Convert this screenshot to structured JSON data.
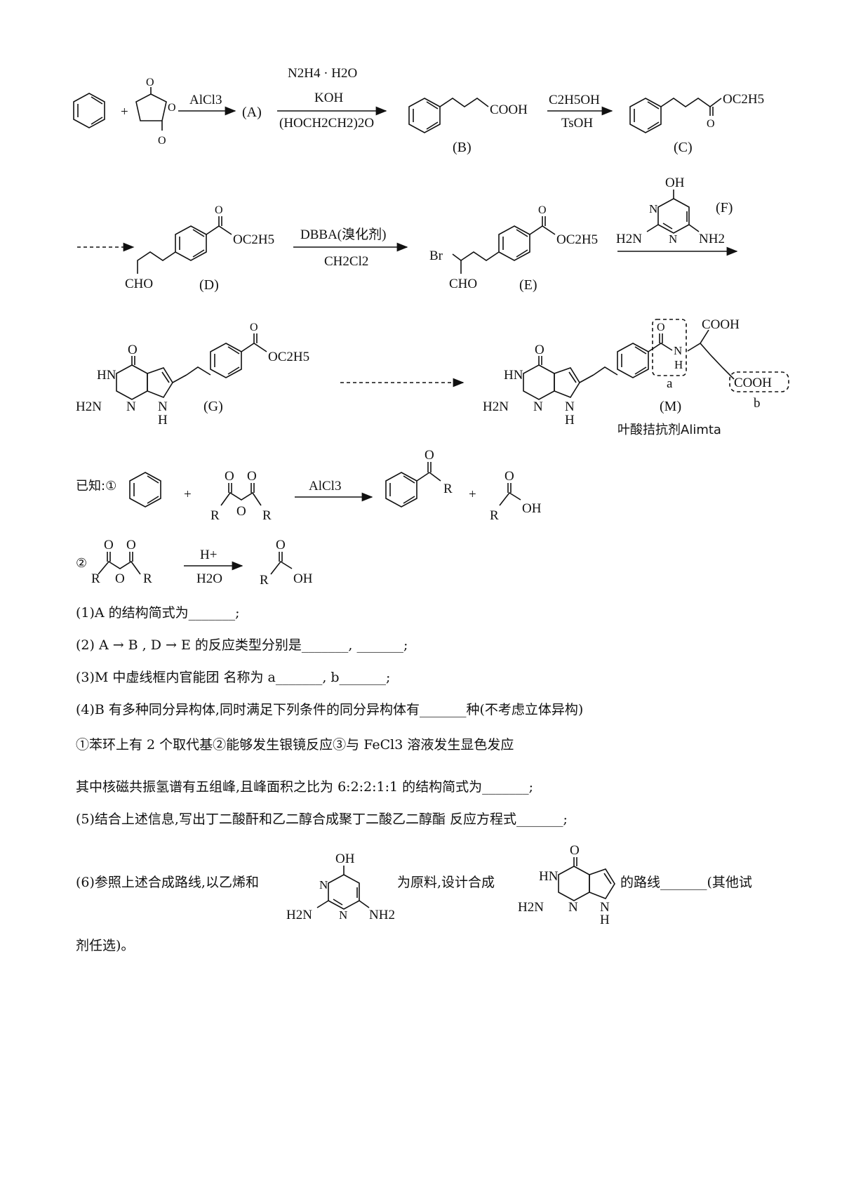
{
  "row1": {
    "plus": "+",
    "cond1": "AlCl3",
    "label_A": "(A)",
    "cond2_top": "N2H4 · H2O",
    "cond2_mid": "KOH",
    "cond2_bot": "(HOCH2CH2)2O",
    "B_group": "COOH",
    "label_B": "(B)",
    "cond3_top": "C2H5OH",
    "cond3_bot": "TsOH",
    "C_group": "OC2H5",
    "label_C": "(C)"
  },
  "row2": {
    "D_group": "OC2H5",
    "D_cho": "CHO",
    "label_D": "(D)",
    "cond_top": "DBBA(溴化剂)",
    "cond_bot": "CH2Cl2",
    "E_br": "Br",
    "E_cho": "CHO",
    "E_group": "OC2H5",
    "label_E": "(E)",
    "F_oh": "OH",
    "F_label": "(F)",
    "F_h2n": "H2N",
    "F_nh2": "NH2",
    "N": "N"
  },
  "row3": {
    "o": "O",
    "hn": "HN",
    "h2n": "H2N",
    "n": "N",
    "h": "H",
    "G_group": "OC2H5",
    "label_G": "(G)",
    "M_cooh_top": "COOH",
    "M_nh_n": "N",
    "M_nh_h": "H",
    "M_cooh_b": "COOH",
    "tag_a": "a",
    "tag_b": "b",
    "label_M": "(M)",
    "M_name": "叶酸拮抗剂Alimta"
  },
  "known": {
    "prefix": "已知:①",
    "plus": "+",
    "cond": "AlCl3",
    "R": "R",
    "O": "O",
    "OH": "OH",
    "item2": "②",
    "cond2_top": "H+",
    "cond2_bot": "H2O"
  },
  "questions": {
    "q1": "(1)A 的结构简式为_______;",
    "q2": "(2) A → B , D → E 的反应类型分别是_______, _______;",
    "q3": "(3)M 中虚线框内官能团  名称为 a_______, b_______;",
    "q4": "(4)B 有多种同分异构体,同时满足下列条件的同分异构体有_______种(不考虑立体异构)",
    "q4_conds": "①苯环上有 2 个取代基②能够发生银镜反应③与 FeCl3 溶液发生显色发应",
    "q4_nmr": "其中核磁共振氢谱有五组峰,且峰面积之比为 6:2:2:1:1 的结构简式为_______;",
    "q5": "(5)结合上述信息,写出丁二酸酐和乙二醇合成聚丁二酸乙二醇酯  反应方程式_______;",
    "q6_a": "(6)参照上述合成路线,以乙烯和",
    "q6_b": "为原料,设计合成",
    "q6_c": "的路线_______(其他试",
    "q6_d": "剂任选)。"
  }
}
